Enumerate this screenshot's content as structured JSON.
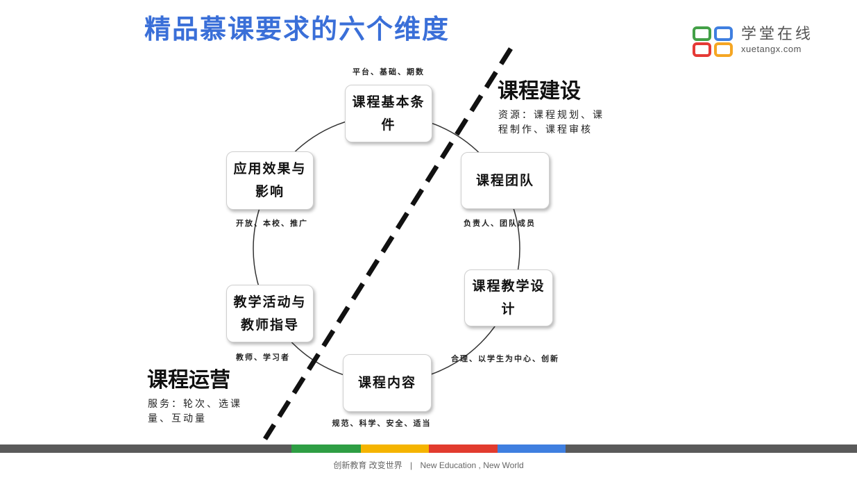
{
  "slide": {
    "title": "精品慕课要求的六个维度"
  },
  "logo": {
    "icon": "xuetangx-logo-icon",
    "name": "学堂在线",
    "domain": "xuetangx.com"
  },
  "dimensions": [
    {
      "label": "课程基本条件",
      "note": "平台、基础、期数"
    },
    {
      "label": "课程团队",
      "note": "负责人、团队成员"
    },
    {
      "label": "课程教学设计",
      "note": "合理、以学生为中心、创新"
    },
    {
      "label": "课程内容",
      "note": "规范、科学、安全、适当"
    },
    {
      "label": "教学活动与教师指导",
      "note": "教师、学习者"
    },
    {
      "label": "应用效果与影响",
      "note": "开放、本校、推广"
    }
  ],
  "groups": {
    "construction": {
      "title": "课程建设",
      "desc": "资源：课程规划、课程制作、课程审核"
    },
    "operation": {
      "title": "课程运营",
      "desc": "服务：轮次、选课量、互动量"
    }
  },
  "footer": {
    "slogan_cn": "创新教育 改变世界",
    "separator": "|",
    "slogan_en": "New Education , New World"
  },
  "colors": {
    "title": "#3a6fd8",
    "bar_gray": "#5a5a5a",
    "bar_green": "#2e9e44",
    "bar_yellow": "#f5b400",
    "bar_red": "#e23b2e",
    "bar_blue": "#3f7fe0",
    "logo_green": "#43a047",
    "logo_red": "#e53935",
    "logo_blue": "#3f7fe0",
    "logo_yellow": "#f5a623"
  }
}
